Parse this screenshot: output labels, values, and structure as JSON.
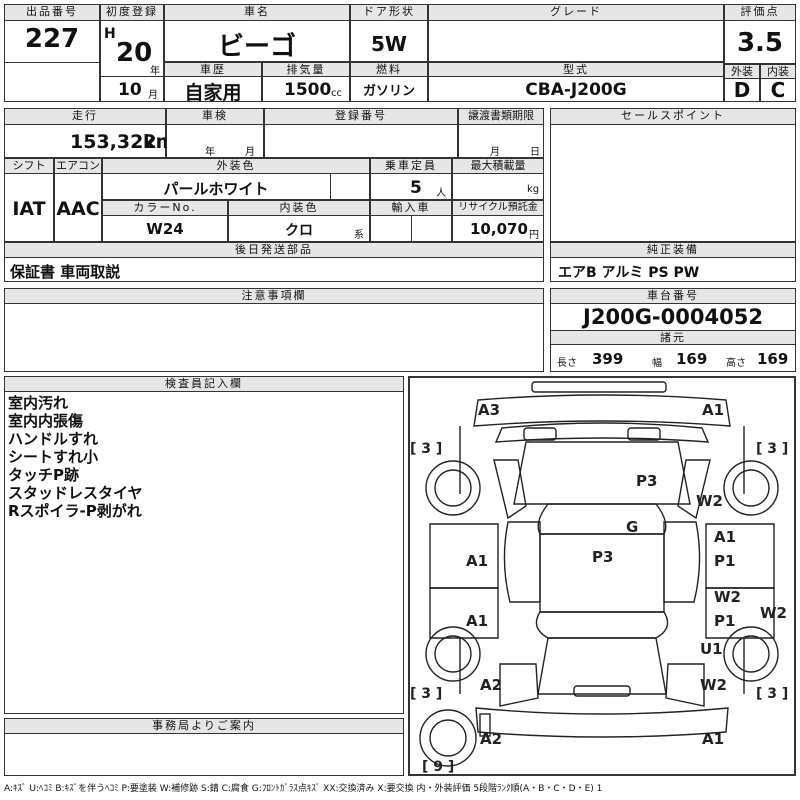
{
  "header": {
    "lot_number": {
      "label": "出品番号",
      "value": "227"
    },
    "first_reg": {
      "label": "初度登録",
      "era": "H",
      "year": "20",
      "year_unit": "年",
      "month": "10",
      "month_unit": "月"
    },
    "car_name": {
      "label": "車名",
      "value": "ビーゴ"
    },
    "door": {
      "label": "ドア形状",
      "value": "5W"
    },
    "grade": {
      "label": "グレード",
      "value": ""
    },
    "score": {
      "label": "評価点",
      "value": "3.5"
    },
    "history": {
      "label": "車歴",
      "value": "自家用"
    },
    "displacement": {
      "label": "排気量",
      "value": "1500",
      "unit": "cc"
    },
    "fuel": {
      "label": "燃料",
      "value": "ガソリン"
    },
    "model": {
      "label": "型式",
      "value": "CBA-J200G"
    },
    "exterior": {
      "label": "外装",
      "value": "D"
    },
    "interior": {
      "label": "内装",
      "value": "C"
    }
  },
  "row2": {
    "mileage": {
      "label": "走行",
      "value": "153,322",
      "unit": "km"
    },
    "inspection": {
      "label": "車検",
      "year_unit": "年",
      "month_unit": "月"
    },
    "reg_number": {
      "label": "登録番号",
      "value": ""
    },
    "transfer": {
      "label": "譲渡書類期限",
      "month_unit": "月",
      "day_unit": "日"
    },
    "sales_point": {
      "label": "セールスポイント",
      "value": ""
    }
  },
  "row3": {
    "shift": {
      "label": "シフト",
      "value": "IAT"
    },
    "aircon": {
      "label": "エアコン",
      "value": "AAC"
    },
    "ext_color": {
      "label": "外装色",
      "value": "パールホワイト"
    },
    "capacity": {
      "label": "乗車定員",
      "value": "5",
      "unit": "人"
    },
    "max_load": {
      "label": "最大積載量",
      "value": "",
      "unit": "kg"
    },
    "color_no": {
      "label": "カラーNo.",
      "value": "W24"
    },
    "int_color": {
      "label": "内装色",
      "value": "クロ",
      "unit": "系"
    },
    "import": {
      "label": "輸入車",
      "value": ""
    },
    "recycle": {
      "label": "リサイクル預託金",
      "value": "10,070",
      "unit": "円"
    }
  },
  "later_parts": {
    "label": "後日発送部品",
    "value": "保証書 車両取説"
  },
  "equipment": {
    "label": "純正装備",
    "value": "エアB アルミ PS PW"
  },
  "notes": {
    "label": "注意事項欄",
    "value": ""
  },
  "chassis": {
    "label": "車台番号",
    "value": "J200G-0004052"
  },
  "specs": {
    "label": "諸元",
    "length_label": "長さ",
    "length": "399",
    "width_label": "幅",
    "width": "169",
    "height_label": "高さ",
    "height": "169"
  },
  "inspector": {
    "label": "検査員記入欄",
    "items": [
      "室内汚れ",
      "室内内張傷",
      "ハンドルすれ",
      "シートすれ小",
      "タッチP跡",
      "スタッドレスタイヤ",
      "Rスポイラ-P剥がれ"
    ]
  },
  "diagram": {
    "tire_fl": "[ 3 ]",
    "tire_fr": "[ 3 ]",
    "tire_rl": "[ 3 ]",
    "tire_rr": "[ 3 ]",
    "spare": "[ 9 ]",
    "marks": {
      "front_left": "A3",
      "front_right": "A1",
      "hood": "P3",
      "fender_right": "W2",
      "roof": "G",
      "roof2": "P3",
      "door_fr_1": "A1",
      "door_fr_2": "P1",
      "door_fl": "A1",
      "door_rr_1": "W2",
      "door_rr_2": "P1",
      "door_rl": "A1",
      "rear_right_edge": "W2",
      "quarter_right": "U1",
      "quarter_left": "A2",
      "quarter_right2": "W2",
      "rear_left": "A2",
      "rear_right": "A1"
    }
  },
  "office": {
    "label": "事務局よりご案内",
    "value": ""
  },
  "legend": "A:ｷｽﾞ U:ﾍｺﾐ B:ｷｽﾞを伴うﾍｺﾐ P:要塗装 W:補修跡 S:錆 C:腐食 G:ﾌﾛﾝﾄｶﾞﾗｽ点ｷｽﾞ XX:交換済み X:要交換 内・外装評価 5段階ﾗﾝｸ順(A・B・C・D・E) 1"
}
